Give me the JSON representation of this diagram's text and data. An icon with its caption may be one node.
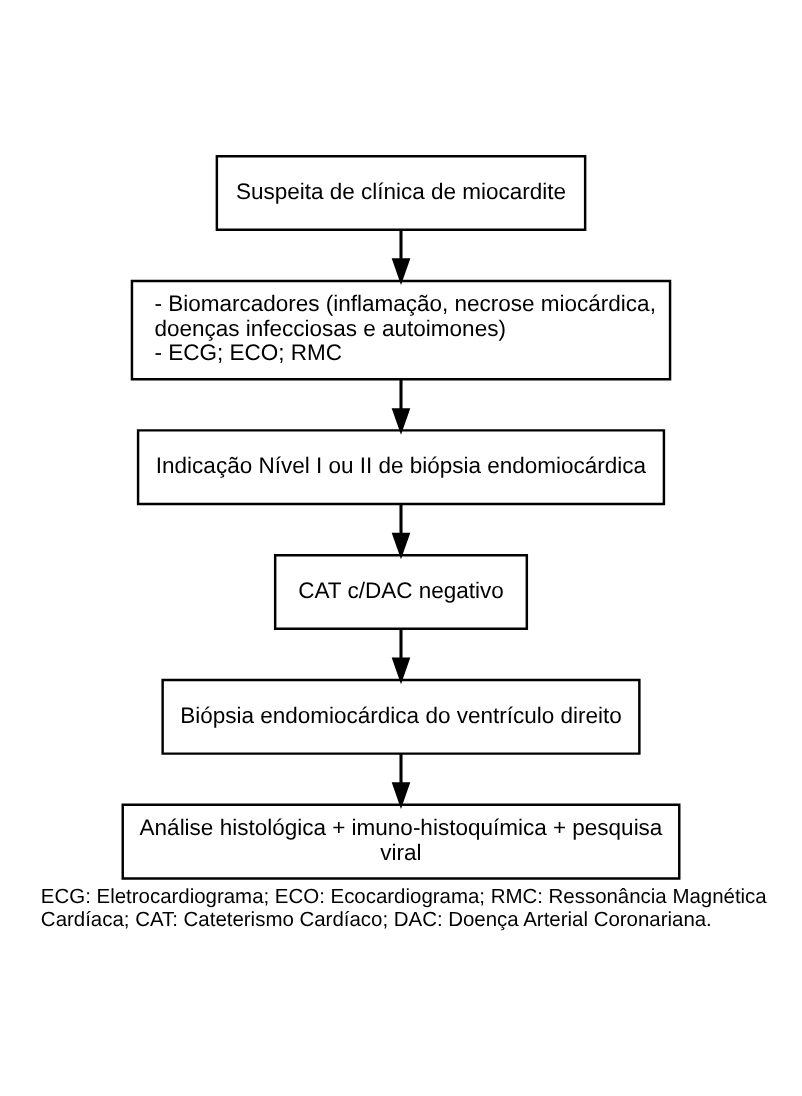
{
  "diagram": {
    "caption": "ECG: Eletrocardiograma; ECO: Ecocardiograma; RMC: Ressonância Magnética Cardíaca; CAT: Cateterismo Cardíaco; DAC: Doença Arterial Coronariana.",
    "nodes": [
      {
        "text": [
          "Suspeita de clínica de miocardite"
        ]
      },
      {
        "text": [
          "- Biomarcadores (inflamação, necrose miocárdica, doenças infecciosas e autoimones)",
          "- ECG; ECO; RMC"
        ]
      },
      {
        "text": [
          "Indicação Nível I ou II de biópsia endomiocárdica"
        ]
      },
      {
        "text": [
          "CAT c/DAC negativo"
        ]
      },
      {
        "text": [
          "Biópsia endomiocárdica do ventrículo direito"
        ]
      },
      {
        "text": [
          "Análise histológica + imuno-histoquímica + pesquisa viral"
        ]
      }
    ],
    "edges": [
      {
        "from": 0,
        "to": 1,
        "arrow": "to"
      },
      {
        "from": 1,
        "to": 2,
        "arrow": "to"
      },
      {
        "from": 2,
        "to": 3,
        "arrow": "to"
      },
      {
        "from": 3,
        "to": 4,
        "arrow": "to"
      },
      {
        "from": 4,
        "to": 5,
        "arrow": "to"
      }
    ]
  }
}
